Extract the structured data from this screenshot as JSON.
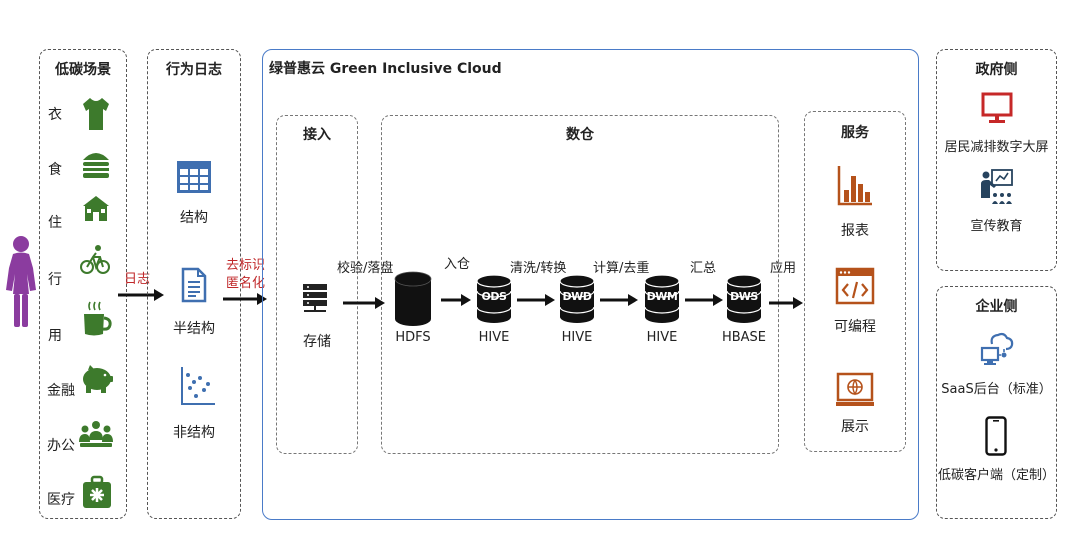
{
  "colors": {
    "green": "#3d7a2c",
    "blue": "#3f6fb0",
    "orange": "#b5521b",
    "red_icon": "#c62828",
    "navy": "#26435e",
    "purple": "#8b3c9f",
    "cloud_border": "#4a7bc8",
    "annotation_red": "#c0282a"
  },
  "scenes": {
    "title": "低碳场景",
    "items": [
      {
        "label": "衣",
        "icon": "tshirt-icon"
      },
      {
        "label": "食",
        "icon": "burger-icon"
      },
      {
        "label": "住",
        "icon": "house-icon"
      },
      {
        "label": "行",
        "icon": "bicycle-icon"
      },
      {
        "label": "用",
        "icon": "mug-icon"
      },
      {
        "label": "金融",
        "icon": "piggy-bank-icon"
      },
      {
        "label": "办公",
        "icon": "group-icon"
      },
      {
        "label": "医疗",
        "icon": "medical-kit-icon"
      }
    ]
  },
  "user_icon": "person-icon",
  "arrow_log_label": "日志",
  "behavior": {
    "title": "行为日志",
    "items": [
      {
        "label": "结构",
        "icon": "table-icon"
      },
      {
        "label": "半结构",
        "icon": "document-icon"
      },
      {
        "label": "非结构",
        "icon": "scatter-icon"
      }
    ]
  },
  "anonymize_label_1": "去标识",
  "anonymize_label_2": "匿名化",
  "cloud": {
    "title": "绿普惠云 Green Inclusive Cloud",
    "ingest": {
      "title": "接入",
      "item_label": "存储",
      "icon": "server-icon"
    },
    "warehouse": {
      "title": "数仓",
      "arrows": [
        "校验/落盘",
        "入仓",
        "清洗/转换",
        "计算/去重",
        "汇总",
        "应用"
      ],
      "nodes": [
        {
          "badge": "",
          "label": "HDFS"
        },
        {
          "badge": "ODS",
          "label": "HIVE"
        },
        {
          "badge": "DWD",
          "label": "HIVE"
        },
        {
          "badge": "DWM",
          "label": "HIVE"
        },
        {
          "badge": "DWS",
          "label": "HBASE"
        }
      ]
    },
    "service": {
      "title": "服务",
      "items": [
        {
          "label": "报表",
          "icon": "bar-chart-icon"
        },
        {
          "label": "可编程",
          "icon": "code-window-icon"
        },
        {
          "label": "展示",
          "icon": "globe-monitor-icon"
        }
      ]
    }
  },
  "gov": {
    "title": "政府侧",
    "items": [
      {
        "label": "居民减排数字大屏",
        "icon": "monitor-icon"
      },
      {
        "label": "宣传教育",
        "icon": "teacher-icon"
      }
    ]
  },
  "enterprise": {
    "title": "企业侧",
    "items": [
      {
        "label": "SaaS后台（标准）",
        "icon": "cloud-computer-icon"
      },
      {
        "label": "低碳客户端（定制）",
        "icon": "phone-icon"
      }
    ]
  }
}
